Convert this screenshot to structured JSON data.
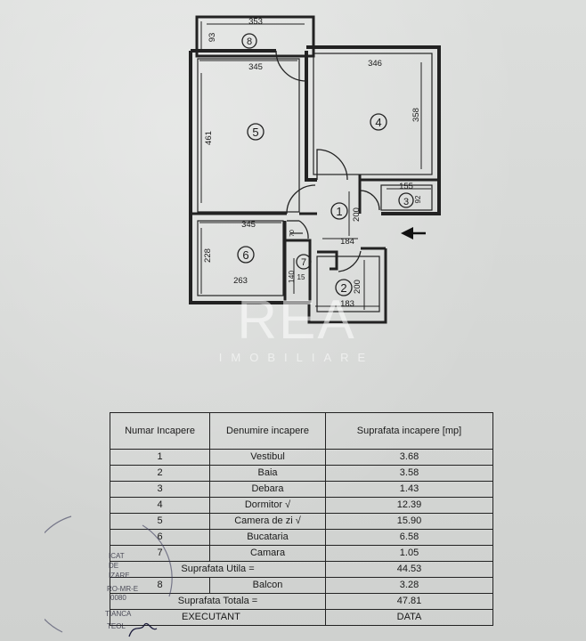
{
  "plan": {
    "dimensions": {
      "balcony_width": "353",
      "balcony_depth": "93",
      "living_width": "345",
      "living_depth": "461",
      "bedroom_width": "346",
      "bedroom_depth": "358",
      "storage_width": "155",
      "storage_depth": "92",
      "hall_depth": "200",
      "hall_width": "184",
      "kitchen_width_top": "345",
      "kitchen_depth": "228",
      "kitchen_width_bottom": "263",
      "closet_depth": "140",
      "closet_small_a": "70",
      "closet_small_b": "15",
      "bath_depth": "200",
      "bath_width": "183"
    },
    "room_numbers": [
      "1",
      "2",
      "3",
      "4",
      "5",
      "6",
      "7",
      "8"
    ]
  },
  "watermark": {
    "main": "REA",
    "sub": "IMOBILIARE"
  },
  "table": {
    "headers": [
      "Numar Incapere",
      "Denumire incapere",
      "Suprafata incapere [mp]"
    ],
    "rows": [
      {
        "num": "1",
        "name": "Vestibul",
        "area": "3.68"
      },
      {
        "num": "2",
        "name": "Baia",
        "area": "3.58"
      },
      {
        "num": "3",
        "name": "Debara",
        "area": "1.43"
      },
      {
        "num": "4",
        "name": "Dormitor √",
        "area": "12.39"
      },
      {
        "num": "5",
        "name": "Camera de zi √",
        "area": "15.90"
      },
      {
        "num": "6",
        "name": "Bucataria",
        "area": "6.58"
      },
      {
        "num": "7",
        "name": "Camara",
        "area": "1.05"
      }
    ],
    "useful_label": "Suprafata Utila =",
    "useful_value": "44.53",
    "balcony": {
      "num": "8",
      "name": "Balcon",
      "area": "3.28"
    },
    "total_label": "Suprafata Totala =",
    "total_value": "47.81",
    "executant_label": "EXECUTANT",
    "date_label": "DATA"
  },
  "margin_text": [
    "ICAT",
    "DE",
    "IZARE",
    "RO-MR-E",
    "0080",
    "TIANCA",
    "TEOL"
  ]
}
